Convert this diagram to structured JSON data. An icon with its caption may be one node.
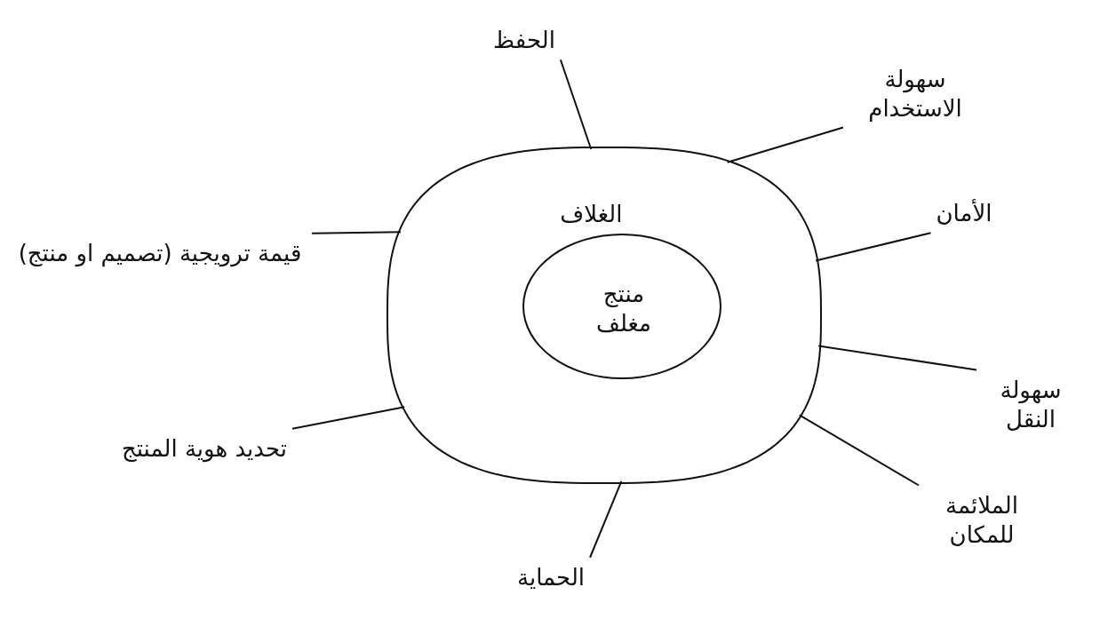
{
  "diagram": {
    "nodes": [
      {
        "text": [
          "الغلاف"
        ]
      },
      {
        "text": [
          "منتج مغلف"
        ],
        "in": 0
      },
      {
        "text": [
          "الحفظ"
        ]
      },
      {
        "text": [
          "سهولة الاستخدام"
        ]
      },
      {
        "text": [
          "الأمان"
        ]
      },
      {
        "text": [
          "سهولة النقل"
        ]
      },
      {
        "text": [
          "الملائمة للمكان"
        ]
      },
      {
        "text": [
          "الحماية"
        ]
      },
      {
        "text": [
          "تحديد هوية المنتج"
        ]
      },
      {
        "text": [
          "قيمة ترويجية (تصميم او منتج)"
        ]
      }
    ],
    "edges": [
      {
        "from": 0,
        "to": 2,
        "arrow": "none"
      },
      {
        "from": 0,
        "to": 3,
        "arrow": "none"
      },
      {
        "from": 0,
        "to": 4,
        "arrow": "none"
      },
      {
        "from": 0,
        "to": 5,
        "arrow": "none"
      },
      {
        "from": 0,
        "to": 6,
        "arrow": "none"
      },
      {
        "from": 0,
        "to": 7,
        "arrow": "none"
      },
      {
        "from": 0,
        "to": 8,
        "arrow": "none"
      },
      {
        "from": 0,
        "to": 9,
        "arrow": "none"
      }
    ]
  }
}
